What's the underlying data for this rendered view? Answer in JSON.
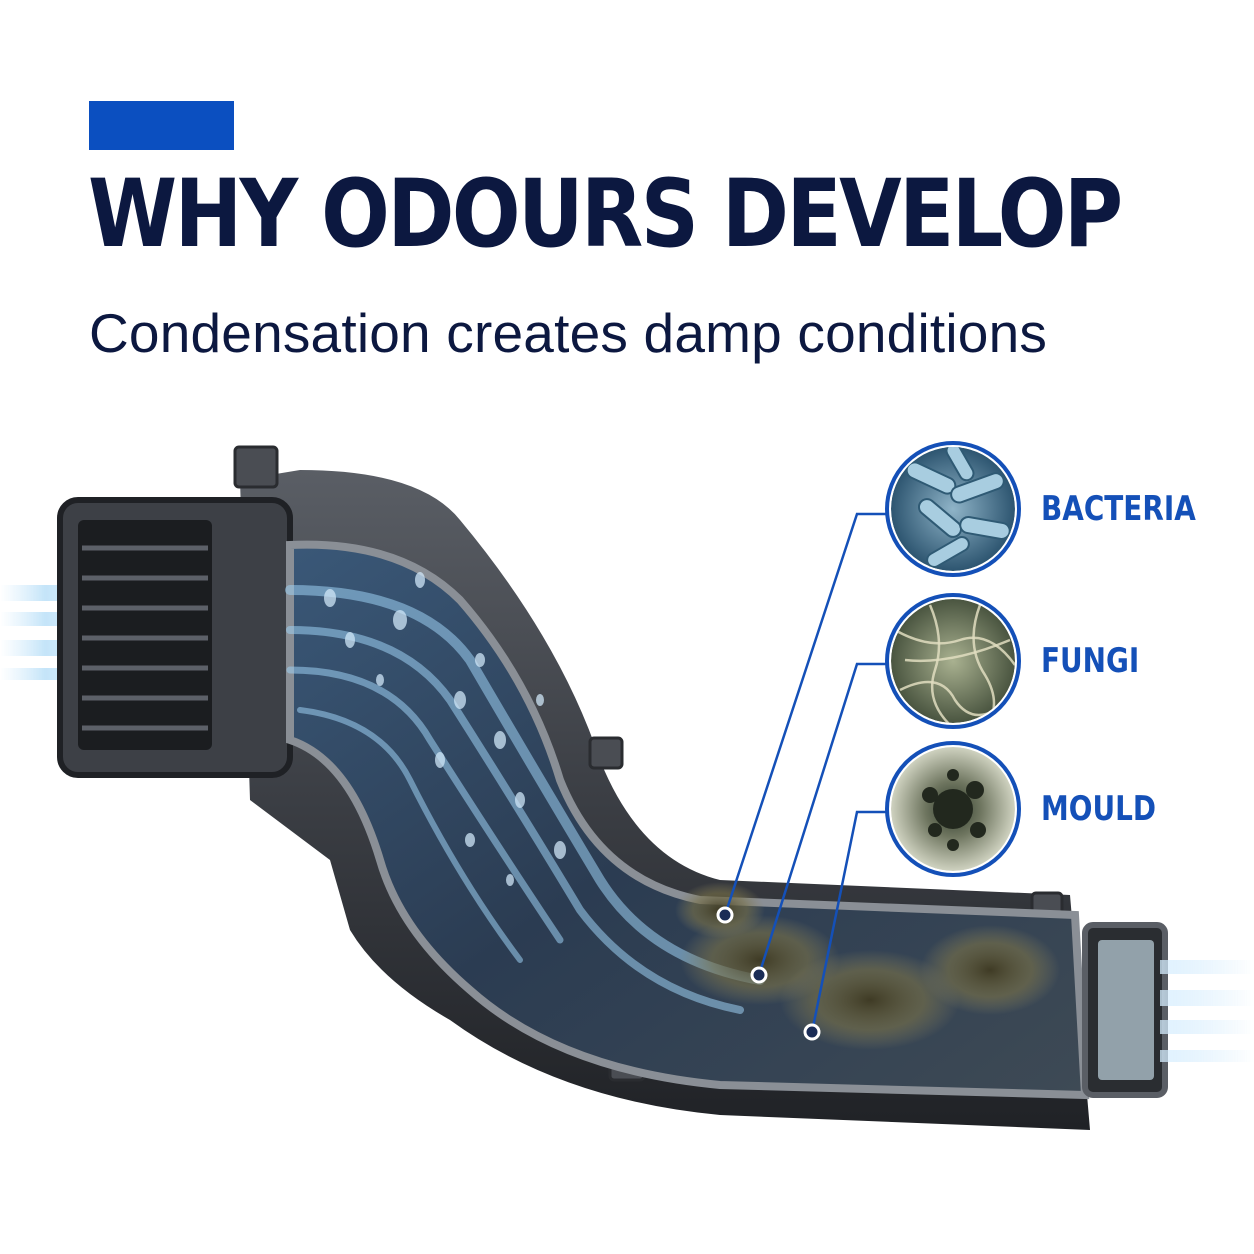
{
  "header": {
    "title": "WHY ODOURS DEVELOP",
    "subtitle": "Condensation creates damp conditions"
  },
  "callouts": [
    {
      "label": "BACTERIA",
      "icon": "bacteria-icon"
    },
    {
      "label": "FUNGI",
      "icon": "fungi-icon"
    },
    {
      "label": "MOULD",
      "icon": "mould-icon"
    }
  ],
  "colors": {
    "accent": "#0b4fc0",
    "title": "#0c1840",
    "label": "#1450b8",
    "duct": "#3a3d42",
    "duct_interior": "#27354a",
    "airflow": "#9ccff2"
  }
}
